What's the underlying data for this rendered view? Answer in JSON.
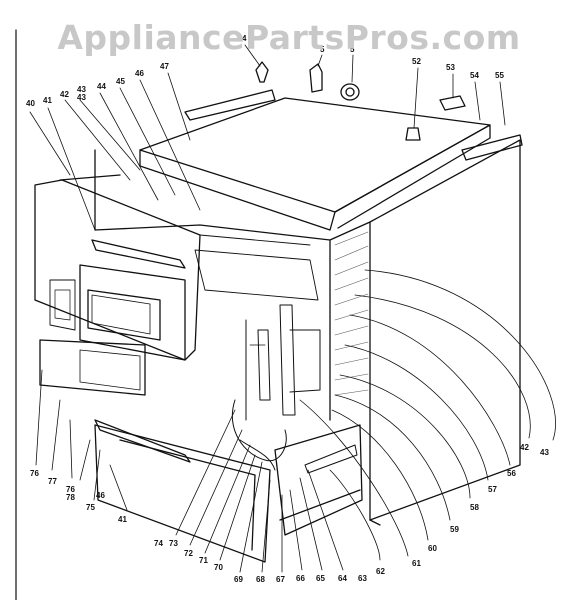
{
  "watermark": "AppliancePartsPros.com",
  "diagram": {
    "parts": [
      "40",
      "41",
      "42",
      "43",
      "43",
      "44",
      "45",
      "46",
      "47",
      "4",
      "5",
      "5",
      "52",
      "53",
      "54",
      "55",
      "43",
      "42",
      "56",
      "57",
      "58",
      "59",
      "60",
      "61",
      "62",
      "63",
      "64",
      "65",
      "66",
      "67",
      "68",
      "69",
      "70",
      "71",
      "72",
      "73",
      "74",
      "41",
      "46",
      "75",
      "76",
      "77",
      "76",
      "78"
    ]
  }
}
